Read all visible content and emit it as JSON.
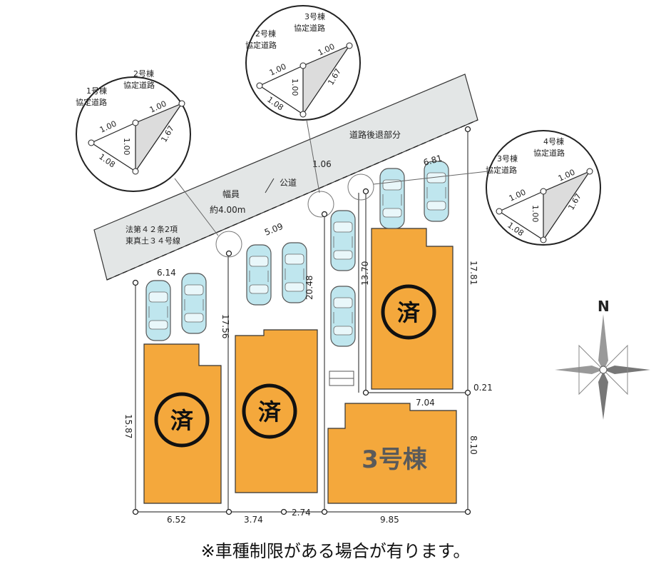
{
  "road": {
    "name": "公道",
    "width_label": "幅員",
    "width_value": "約4.00m",
    "law_line1": "法第４２条2項",
    "law_line2": "東真土３４号線",
    "setback_label": "道路後退部分"
  },
  "units": {
    "house3": "3号棟"
  },
  "sold_mark": "済",
  "dims": {
    "front_1": "6.14",
    "front_2": "5.09",
    "front_3": "1.06",
    "front_4": "6.81",
    "left_side": "15.87",
    "lot1_right": "17.56",
    "lot3_left": "20.48",
    "lot3_flag": "13.70",
    "right_side": "17.81",
    "bottom_1": "6.52",
    "bottom_2": "3.74",
    "bottom_3": "2.74",
    "bottom_4": "9.85",
    "step_width": "7.04",
    "step_offset": "0.21",
    "lower_right": "8.10"
  },
  "corner_cuts": [
    {
      "unit_a": "1号棟",
      "unit_b": "2号棟",
      "road_a": "協定道路",
      "road_b": "協定道路",
      "a": "1.00",
      "b": "1.00",
      "c": "1.00",
      "d": "1.08",
      "e": "1.67"
    },
    {
      "unit_a": "2号棟",
      "unit_b": "3号棟",
      "road_a": "協定道路",
      "road_b": "協定道路",
      "a": "1.00",
      "b": "1.00",
      "c": "1.00",
      "d": "1.08",
      "e": "1.67"
    },
    {
      "unit_a": "3号棟",
      "unit_b": "4号棟",
      "road_a": "協定道路",
      "road_b": "協定道路",
      "a": "1.00",
      "b": "1.00",
      "c": "1.00",
      "d": "1.08",
      "e": "1.67"
    }
  ],
  "compass": "N",
  "note": "※車種制限がある場合が有ります。",
  "colors": {
    "lot": "#f4a83c",
    "road": "#e3e6e6",
    "car": "#bfe6ee",
    "line": "#222222"
  }
}
